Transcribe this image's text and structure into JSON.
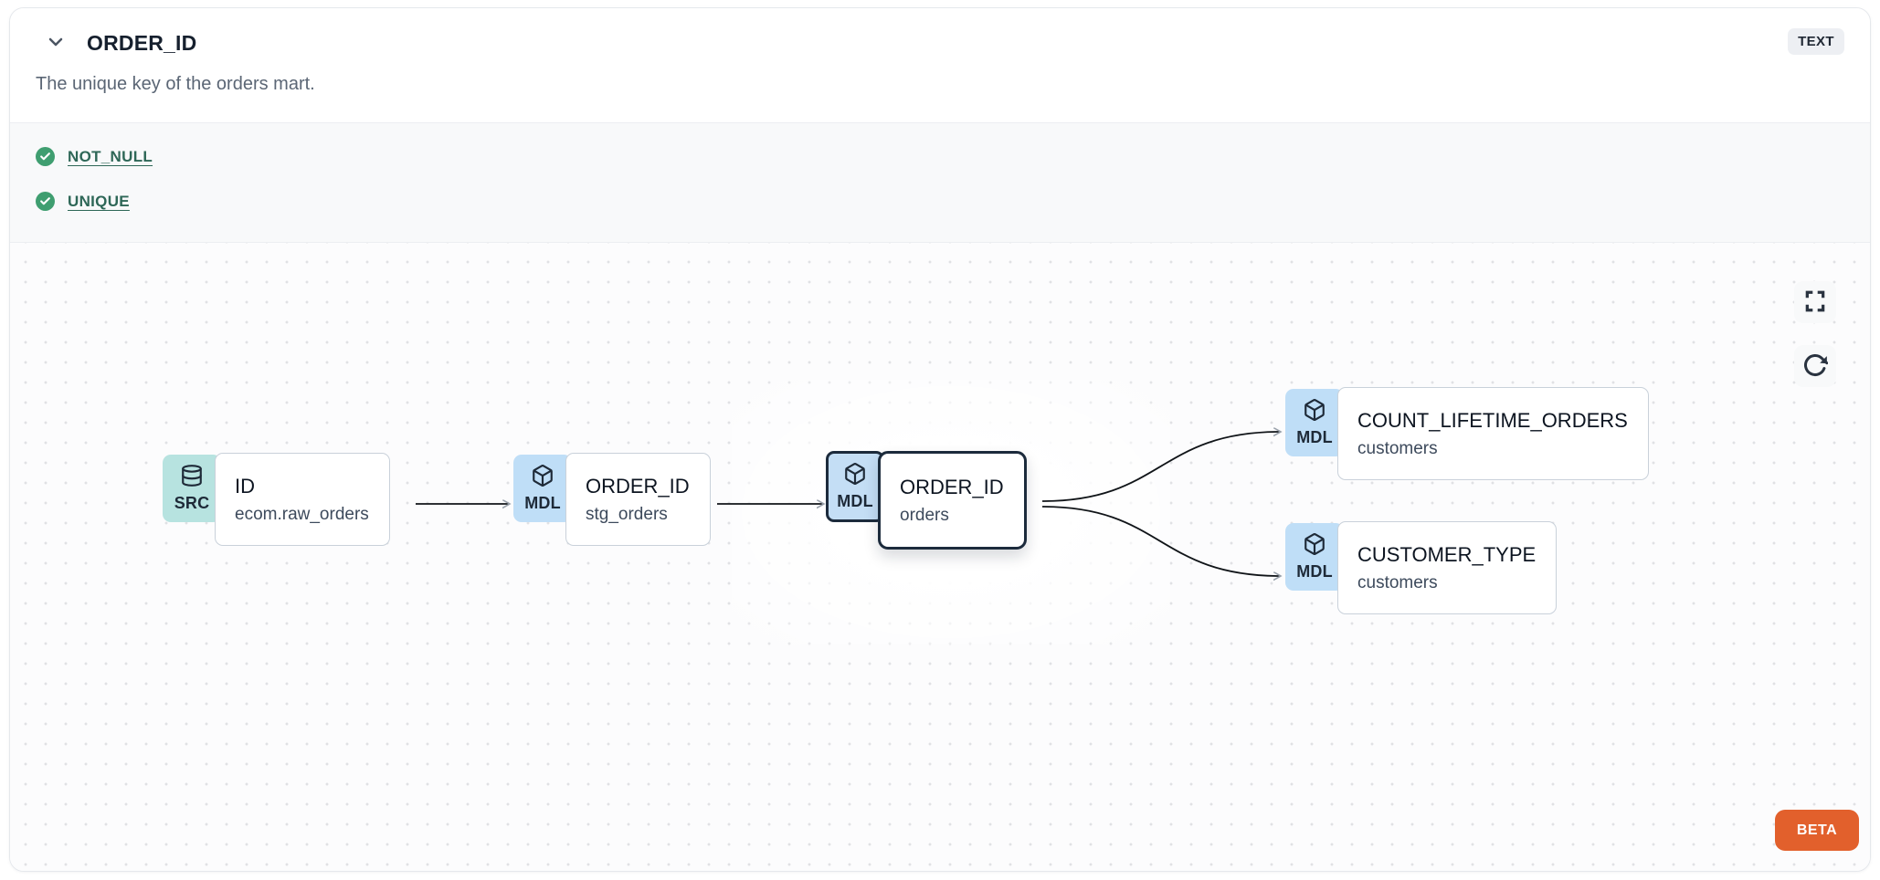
{
  "header": {
    "title": "ORDER_ID",
    "description": "The unique key of the orders mart.",
    "type_badge": "TEXT"
  },
  "tests": {
    "items": [
      {
        "label": "NOT_NULL",
        "status": "pass"
      },
      {
        "label": "UNIQUE",
        "status": "pass"
      }
    ]
  },
  "lineage": {
    "nodes": [
      {
        "badge": "SRC",
        "icon": "database-icon",
        "title": "ID",
        "subtitle": "ecom.raw_orders",
        "selected": false
      },
      {
        "badge": "MDL",
        "icon": "cube-icon",
        "title": "ORDER_ID",
        "subtitle": "stg_orders",
        "selected": false
      },
      {
        "badge": "MDL",
        "icon": "cube-icon",
        "title": "ORDER_ID",
        "subtitle": "orders",
        "selected": true
      },
      {
        "badge": "MDL",
        "icon": "cube-icon",
        "title": "COUNT_LIFETIME_ORDERS",
        "subtitle": "customers",
        "selected": false
      },
      {
        "badge": "MDL",
        "icon": "cube-icon",
        "title": "CUSTOMER_TYPE",
        "subtitle": "customers",
        "selected": false
      }
    ],
    "beta_label": "BETA"
  },
  "colors": {
    "test_pass_green": "#3f9e70",
    "link_teal": "#2e6757",
    "src_badge_bg": "#b7e3e0",
    "mdl_badge_bg": "#bfdef7",
    "selected_border": "#1c2b3c",
    "card_border": "#c9d1da",
    "beta_orange": "#e2602c",
    "type_badge_bg": "#edeff3"
  }
}
